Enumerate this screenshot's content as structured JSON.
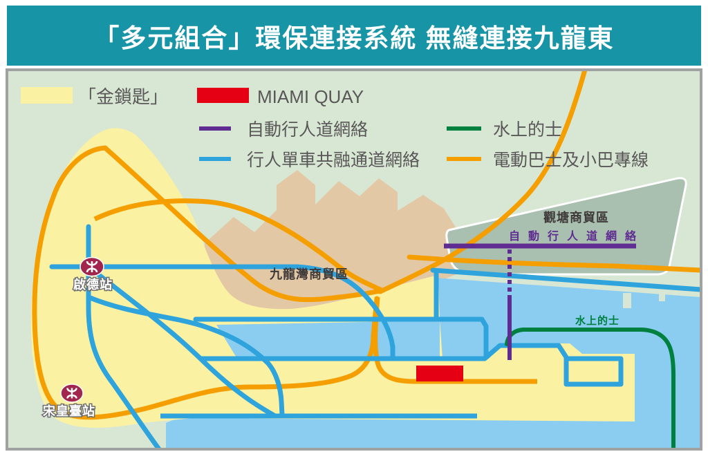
{
  "title": "「多元組合」環保連接系統 無縫連接九龍東",
  "legend": {
    "golden_key": "「金鎖匙」",
    "miami_quay": "MIAMI QUAY",
    "auto_walkway": "自動行人道網絡",
    "ped_cycle_network": "行人單車共融通道網絡",
    "water_taxi": "水上的士",
    "electric_bus": "電動巴士及小巴專線"
  },
  "map": {
    "labels": {
      "kwun_tong_district": "觀塘商貿區",
      "kowloon_bay_district": "九龍灣商貿區",
      "auto_walkway": "自動行人道網絡",
      "water_taxi": "水上的士",
      "kai_tak_station": "啟德站",
      "sung_wong_toi_station": "宋皇臺站"
    }
  },
  "colors": {
    "title_bar": "#1794a6",
    "map_background": "#d8e6d4",
    "golden_key_area": "#fbf1a3",
    "miami_quay_red": "#e60013",
    "auto_walkway_purple": "#5f2c91",
    "ped_cycle_blue": "#2ea3dc",
    "water_taxi_green": "#00803e",
    "electric_bus_orange": "#f59e00",
    "kowloon_bay_tan": "#e3c8a6",
    "kwun_tong_grey_green": "#a9bfaf",
    "water": "#8acdf1",
    "mtr_maroon": "#a1254c",
    "legend_text": "#595757"
  }
}
